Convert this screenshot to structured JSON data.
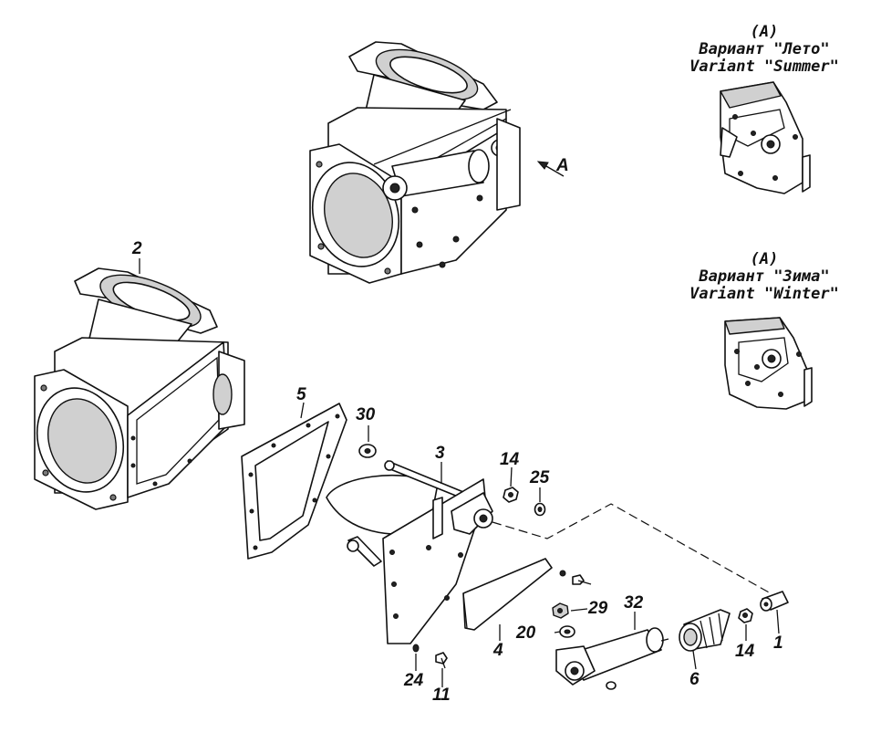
{
  "labels": {
    "p1": "1",
    "p2": "2",
    "p3": "3",
    "p4": "4",
    "p5": "5",
    "p6": "6",
    "p11": "11",
    "p14a": "14",
    "p14b": "14",
    "p20": "20",
    "p24": "24",
    "p25": "25",
    "p29": "29",
    "p30": "30",
    "p32": "32",
    "view_arrow": "A"
  },
  "summer": {
    "view": "(A)",
    "ru": "Вариант \"Лето\"",
    "en": "Variant \"Summer\""
  },
  "winter": {
    "view": "(A)",
    "ru": "Вариант \"Зима\"",
    "en": "Variant \"Winter\""
  }
}
